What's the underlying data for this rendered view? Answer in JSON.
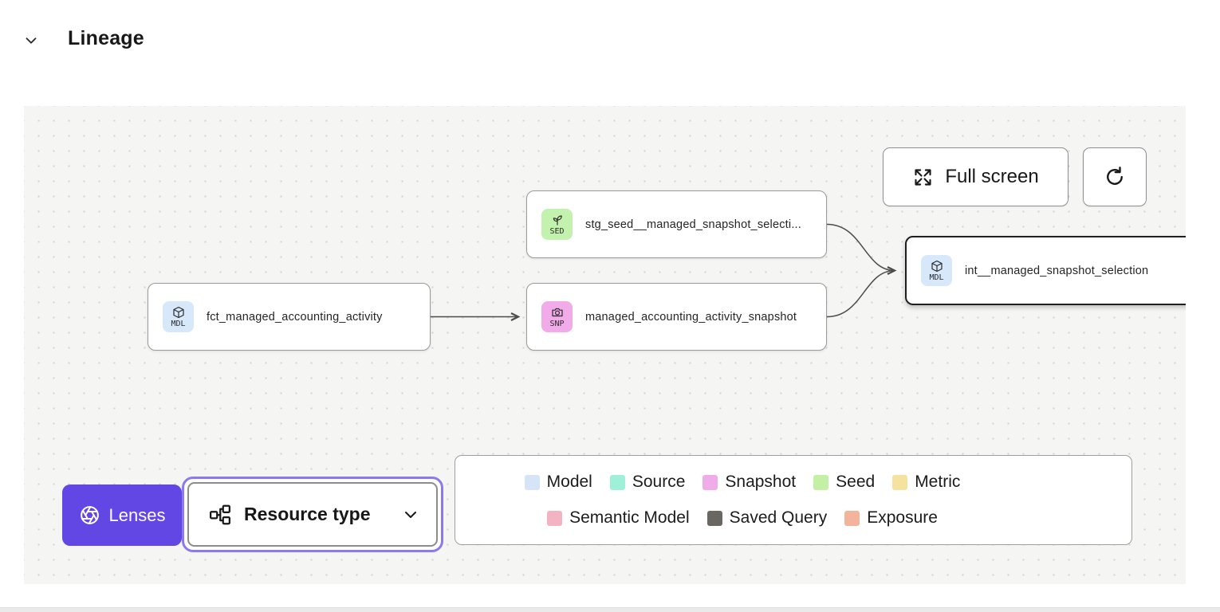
{
  "header": {
    "title": "Lineage"
  },
  "toolbar": {
    "fullscreen_label": "Full screen"
  },
  "graph": {
    "nodes": [
      {
        "badge": "MDL",
        "badge_color": "#d7e8fb",
        "label": "fct_managed_accounting_activity"
      },
      {
        "badge": "SED",
        "badge_color": "#c2f2ad",
        "label": "stg_seed__managed_snapshot_selecti..."
      },
      {
        "badge": "SNP",
        "badge_color": "#f2abe9",
        "label": "managed_accounting_activity_snapshot"
      },
      {
        "badge": "MDL",
        "badge_color": "#d7e8fb",
        "label": "int__managed_snapshot_selection"
      }
    ]
  },
  "legend": {
    "row1": [
      {
        "label": "Model",
        "color": "#d5e4f7"
      },
      {
        "label": "Source",
        "color": "#9ef0d9"
      },
      {
        "label": "Snapshot",
        "color": "#f0ace9"
      },
      {
        "label": "Seed",
        "color": "#c4f0a6"
      },
      {
        "label": "Metric",
        "color": "#f4e29e"
      }
    ],
    "row2": [
      {
        "label": "Semantic Model",
        "color": "#f4b3c2"
      },
      {
        "label": "Saved Query",
        "color": "#6a6662"
      },
      {
        "label": "Exposure",
        "color": "#f4b49c"
      }
    ]
  },
  "controls": {
    "lenses_label": "Lenses",
    "lenses_color": "#6247e5",
    "resource_type_label": "Resource type"
  }
}
